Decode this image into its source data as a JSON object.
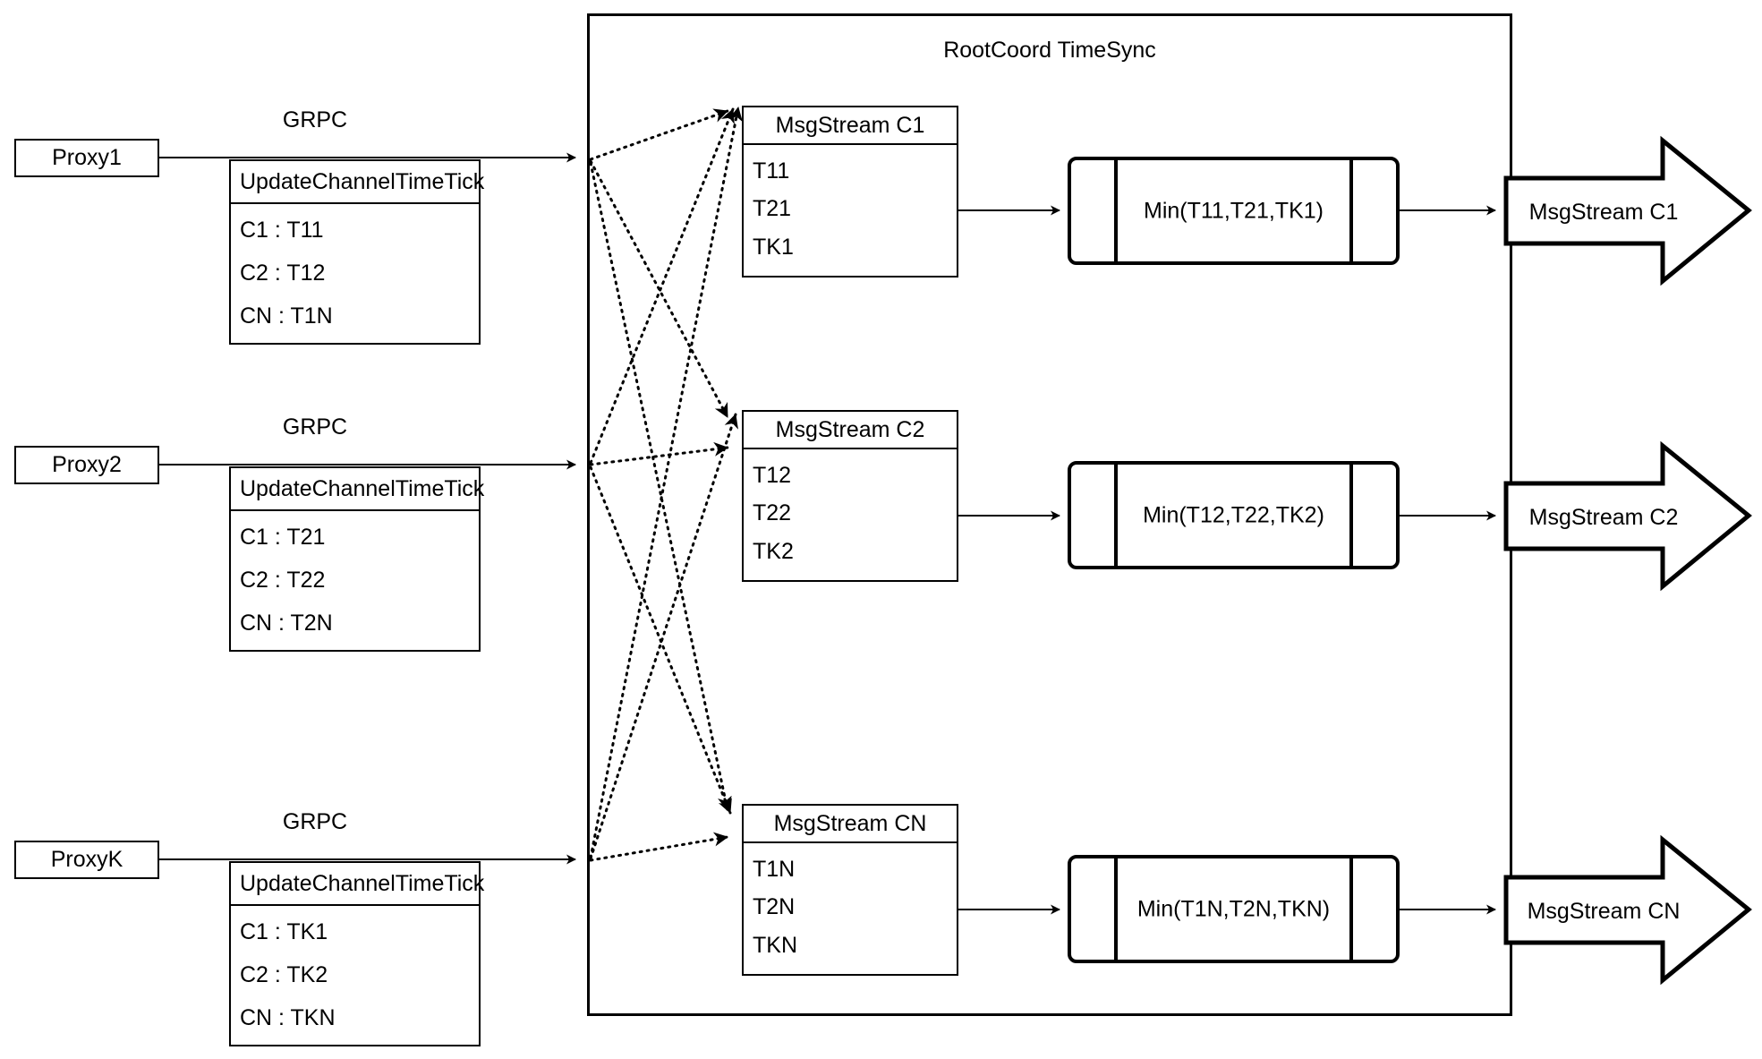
{
  "diagram": {
    "container_title": "RootCoord TimeSync",
    "proxies": [
      {
        "name": "Proxy1",
        "link_label": "GRPC",
        "rpc_title": "UpdateChannelTimeTick",
        "rows": [
          "C1 :  T11",
          "C2 :  T12",
          "CN : T1N"
        ]
      },
      {
        "name": "Proxy2",
        "link_label": "GRPC",
        "rpc_title": "UpdateChannelTimeTick",
        "rows": [
          "C1 :  T21",
          "C2 :  T22",
          "CN : T2N"
        ]
      },
      {
        "name": "ProxyK",
        "link_label": "GRPC",
        "rpc_title": "UpdateChannelTimeTick",
        "rows": [
          "C1 :  TK1",
          "C2 :  TK2",
          "CN : TKN"
        ]
      }
    ],
    "channels": [
      {
        "msgstream_title": "MsgStream C1",
        "ticks": [
          "T11",
          "T21",
          "TK1"
        ],
        "min_label": "Min(T11,T21,TK1)",
        "output_label": "MsgStream C1"
      },
      {
        "msgstream_title": "MsgStream C2",
        "ticks": [
          "T12",
          "T22",
          "TK2"
        ],
        "min_label": "Min(T12,T22,TK2)",
        "output_label": "MsgStream C2"
      },
      {
        "msgstream_title": "MsgStream CN",
        "ticks": [
          "T1N",
          "T2N",
          "TKN"
        ],
        "min_label": "Min(T1N,T2N,TKN)",
        "output_label": "MsgStream CN"
      }
    ],
    "colors": {
      "stroke": "#000000",
      "background": "#ffffff"
    }
  }
}
